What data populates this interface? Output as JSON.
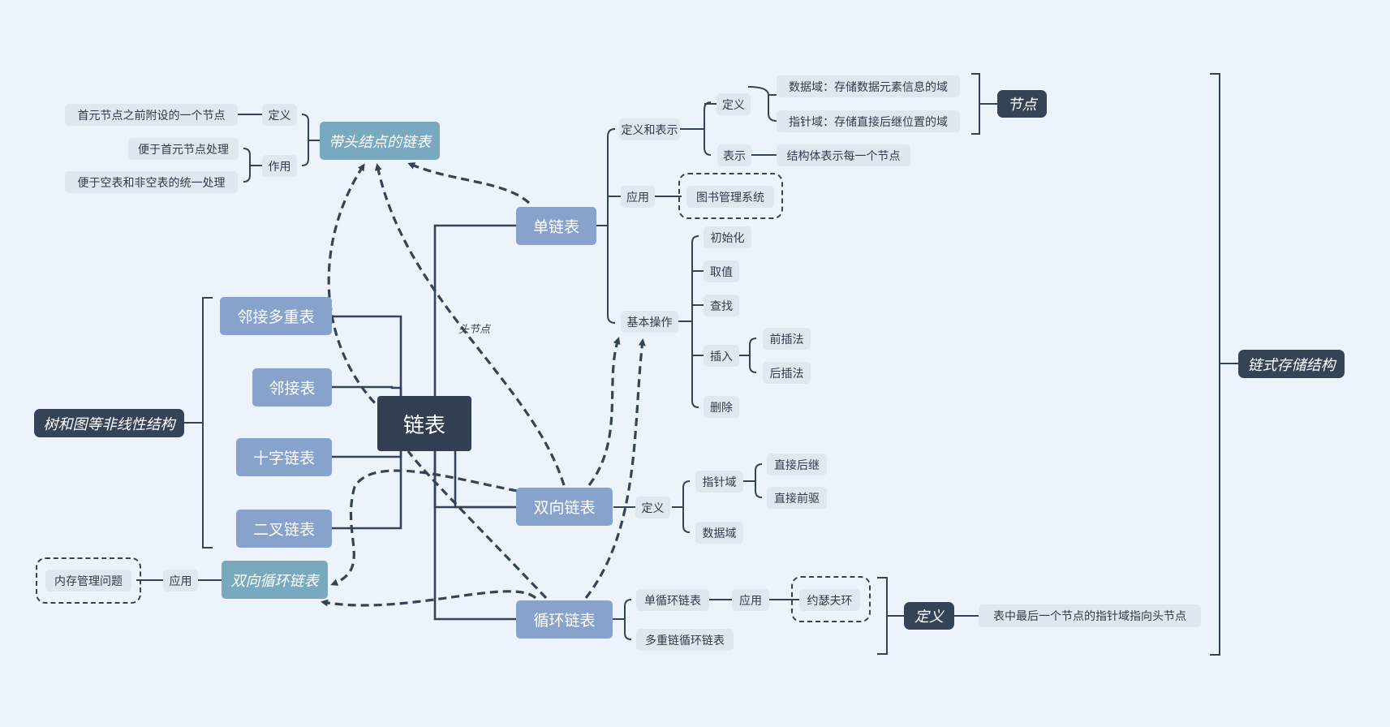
{
  "root": "链表",
  "single_list": {
    "label": "单链表",
    "def_repr": "定义和表示",
    "def": "定义",
    "data_field": "数据域：存储数据元素信息的域",
    "pointer_field": "指针域：存储直接后继位置的域",
    "node": "节点",
    "repr": "表示",
    "repr_text": "结构体表示每一个节点",
    "app": "应用",
    "app_value": "图书管理系统",
    "basic_ops": "基本操作",
    "ops": [
      "初始化",
      "取值",
      "查找",
      "插入",
      "删除"
    ],
    "insert_methods": [
      "前插法",
      "后插法"
    ]
  },
  "double_list": {
    "label": "双向链表",
    "def": "定义",
    "pointer": "指针域",
    "pointer_items": [
      "直接后继",
      "直接前驱"
    ],
    "data": "数据域"
  },
  "circular_list": {
    "label": "循环链表",
    "single_circ": "单循环链表",
    "app": "应用",
    "app_value": "约瑟夫环",
    "multi_circ": "多重链循环链表",
    "def_tag": "定义",
    "def_text": "表中最后一个节点的指针域指向头节点"
  },
  "head_list": {
    "label": "带头结点的链表",
    "def": "定义",
    "def_text": "首元节点之前附设的一个节点",
    "effect": "作用",
    "effect_items": [
      "便于首元节点处理",
      "便于空表和非空表的统一处理"
    ]
  },
  "double_circ": {
    "label": "双向循环链表",
    "app": "应用",
    "app_value": "内存管理问题"
  },
  "nonlinear": {
    "label": "树和图等非线性结构",
    "items": [
      "邻接多重表",
      "邻接表",
      "十字链表",
      "二叉链表"
    ]
  },
  "edge_label": "头节点",
  "summary": "链式存储结构",
  "colors": {
    "line": "#354357",
    "bg": "#edf3fa",
    "blue": "#87a3cb",
    "teal": "#78a9bf",
    "dark": "#354357",
    "leaf": "#e1e7ef"
  }
}
